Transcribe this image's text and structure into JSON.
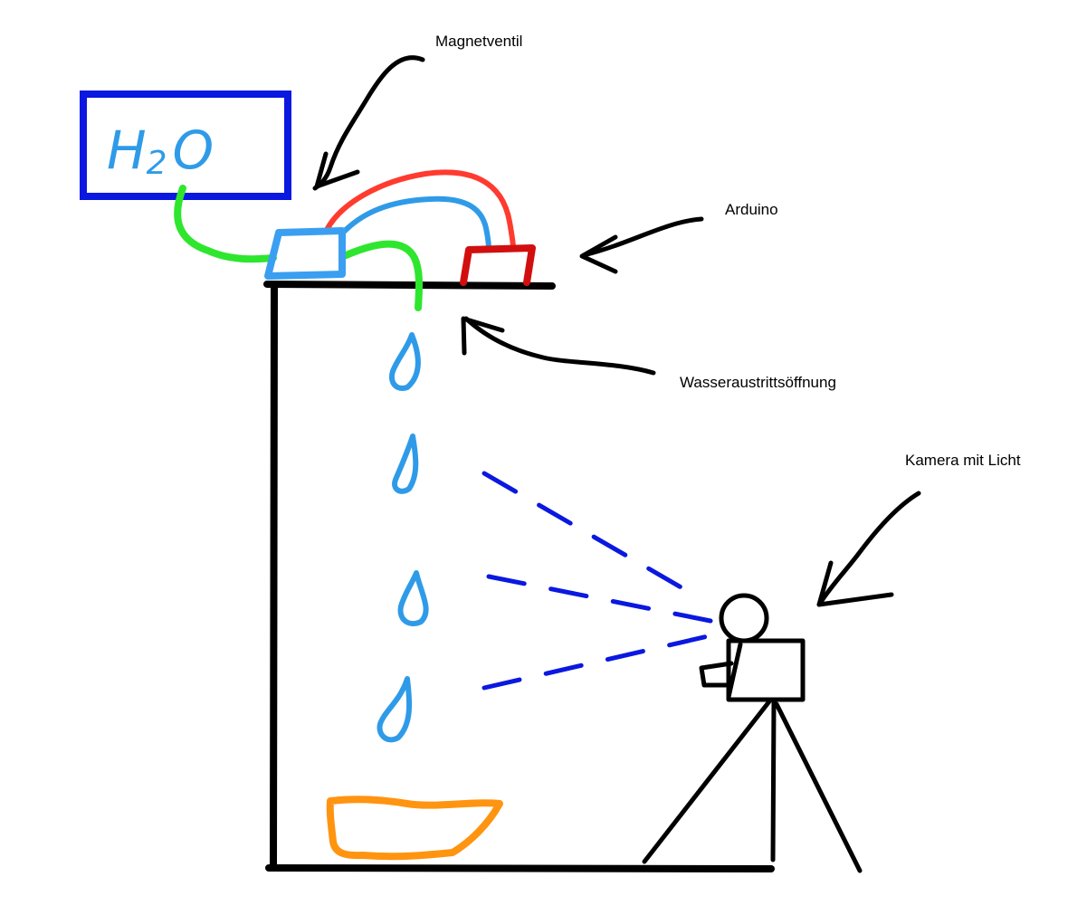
{
  "labels": {
    "magnetventil": "Magnetventil",
    "arduino": "Arduino",
    "outlet": "Wasseraustrittsöffnung",
    "camera": "Kamera mit Licht"
  },
  "tank": {
    "formula_main": "H",
    "formula_sub": "2",
    "formula_end": "O"
  },
  "colors": {
    "tank_border": "#0a18e0",
    "valve": "#3a9ff0",
    "water_tube": "#2ee62e",
    "wire_red": "#ff3b2f",
    "wire_blue": "#2f9be8",
    "arduino": "#d20f0f",
    "drops": "#2f9be8",
    "camera_view": "#0a18e0",
    "basin": "#ff9410",
    "structure": "#000000"
  }
}
